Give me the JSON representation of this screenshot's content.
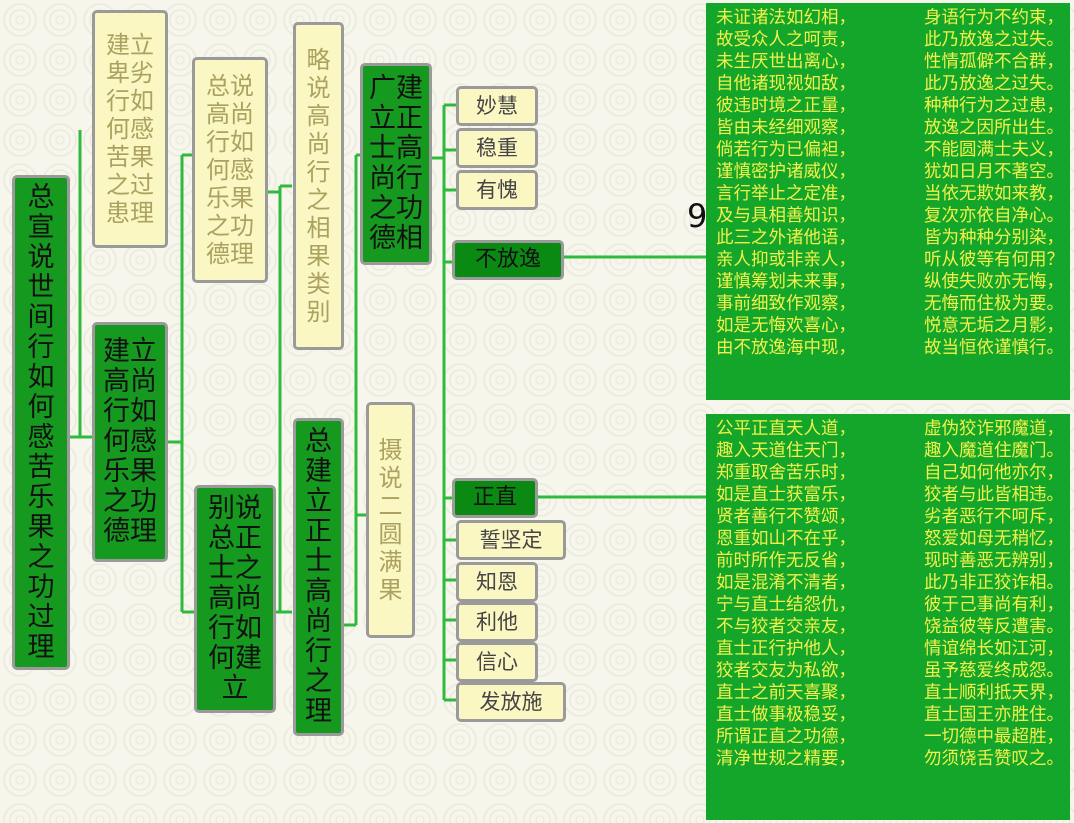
{
  "nodes": {
    "root": "总宣说世间行如何感苦乐果之功过理",
    "low_conduct": "建立卑劣行如何感苦果之过患理",
    "high_conduct": "建立高尚行如何感乐果之功德理",
    "general_high": "总说高尚行如何感乐果之功德理",
    "separate": "别说总正士之高尚行如何建立",
    "brief": "略说高尚行之相果类别",
    "virtues_merit": "广建立正士高尚行之功德相",
    "general_establish": "总建立正士高尚行之理",
    "two_fruits": "摄说二圆满果"
  },
  "leaves": {
    "wisdom": "妙慧",
    "steady": "稳重",
    "shame": "有愧",
    "heedful": "不放逸",
    "upright": "正直",
    "firm_vow": "誓坚定",
    "gratitude": "知恩",
    "altruism": "利他",
    "faith": "信心",
    "generosity": "发放施"
  },
  "page_number": "9",
  "panel_top": [
    [
      "未证诸法如幻相，",
      "身语行为不约束，"
    ],
    [
      "故受众人之呵责，",
      "此乃放逸之过失。"
    ],
    [
      "未生厌世出离心，",
      "性情孤僻不合群，"
    ],
    [
      "自他诸现视如敌，",
      "此乃放逸之过失。"
    ],
    [
      "彼违时境之正量，",
      "种种行为之过患，"
    ],
    [
      "皆由未经细观察，",
      "放逸之因所出生。"
    ],
    [
      "倘若行为已偏袒，",
      "不能圆满士夫义，"
    ],
    [
      "谨慎密护诸威仪，",
      "犹如日月不著空。"
    ],
    [
      "言行举止之定准，",
      "当依无欺如来教，"
    ],
    [
      "及与具相善知识，",
      "复次亦依自净心。"
    ],
    [
      "此三之外诸他语，",
      "皆为种种分别染，"
    ],
    [
      "亲人抑或非亲人，",
      "听从彼等有何用？"
    ],
    [
      "谨慎筹划未来事，",
      "纵使失败亦无悔，"
    ],
    [
      "事前细致作观察，",
      "无悔而住极为要。"
    ],
    [
      "如是无悔欢喜心，",
      "悦意无垢之月影，"
    ],
    [
      "由不放逸海中现，",
      "故当恒依谨慎行。"
    ]
  ],
  "panel_bottom": [
    [
      "公平正直天人道，",
      "虚伪狡诈邪魔道，"
    ],
    [
      "趣入天道住天门，",
      "趣入魔道住魔门。"
    ],
    [
      "郑重取舍苦乐时，",
      "自己如何他亦尔，"
    ],
    [
      "如是直士获富乐，",
      "狡者与此皆相违。"
    ],
    [
      "贤者善行不赞颂，",
      "劣者恶行不呵斥，"
    ],
    [
      "恩重如山不在乎，",
      "怒爱如母无稍忆，"
    ],
    [
      "前时所作无反省，",
      "现时善恶无辨别，"
    ],
    [
      "如是混淆不清者，",
      "此乃非正狡诈相。"
    ],
    [
      "宁与直士结怨仇，",
      "彼于己事尚有利，"
    ],
    [
      "不与狡者交亲友，",
      "饶益彼等反遭害。"
    ],
    [
      "直士正行护他人，",
      "情谊绵长如江河，"
    ],
    [
      "狡者交友为私欲，",
      "虽予慈爱终成怨。"
    ],
    [
      "直士之前天喜聚，",
      "直士顺利抵天界，"
    ],
    [
      "直士做事极稳妥，",
      "直士国王亦胜住。"
    ],
    [
      "所谓正直之功德，",
      "一切德中最超胜，"
    ],
    [
      "清净世规之精要，",
      "勿须饶舌赞叹之。"
    ]
  ]
}
